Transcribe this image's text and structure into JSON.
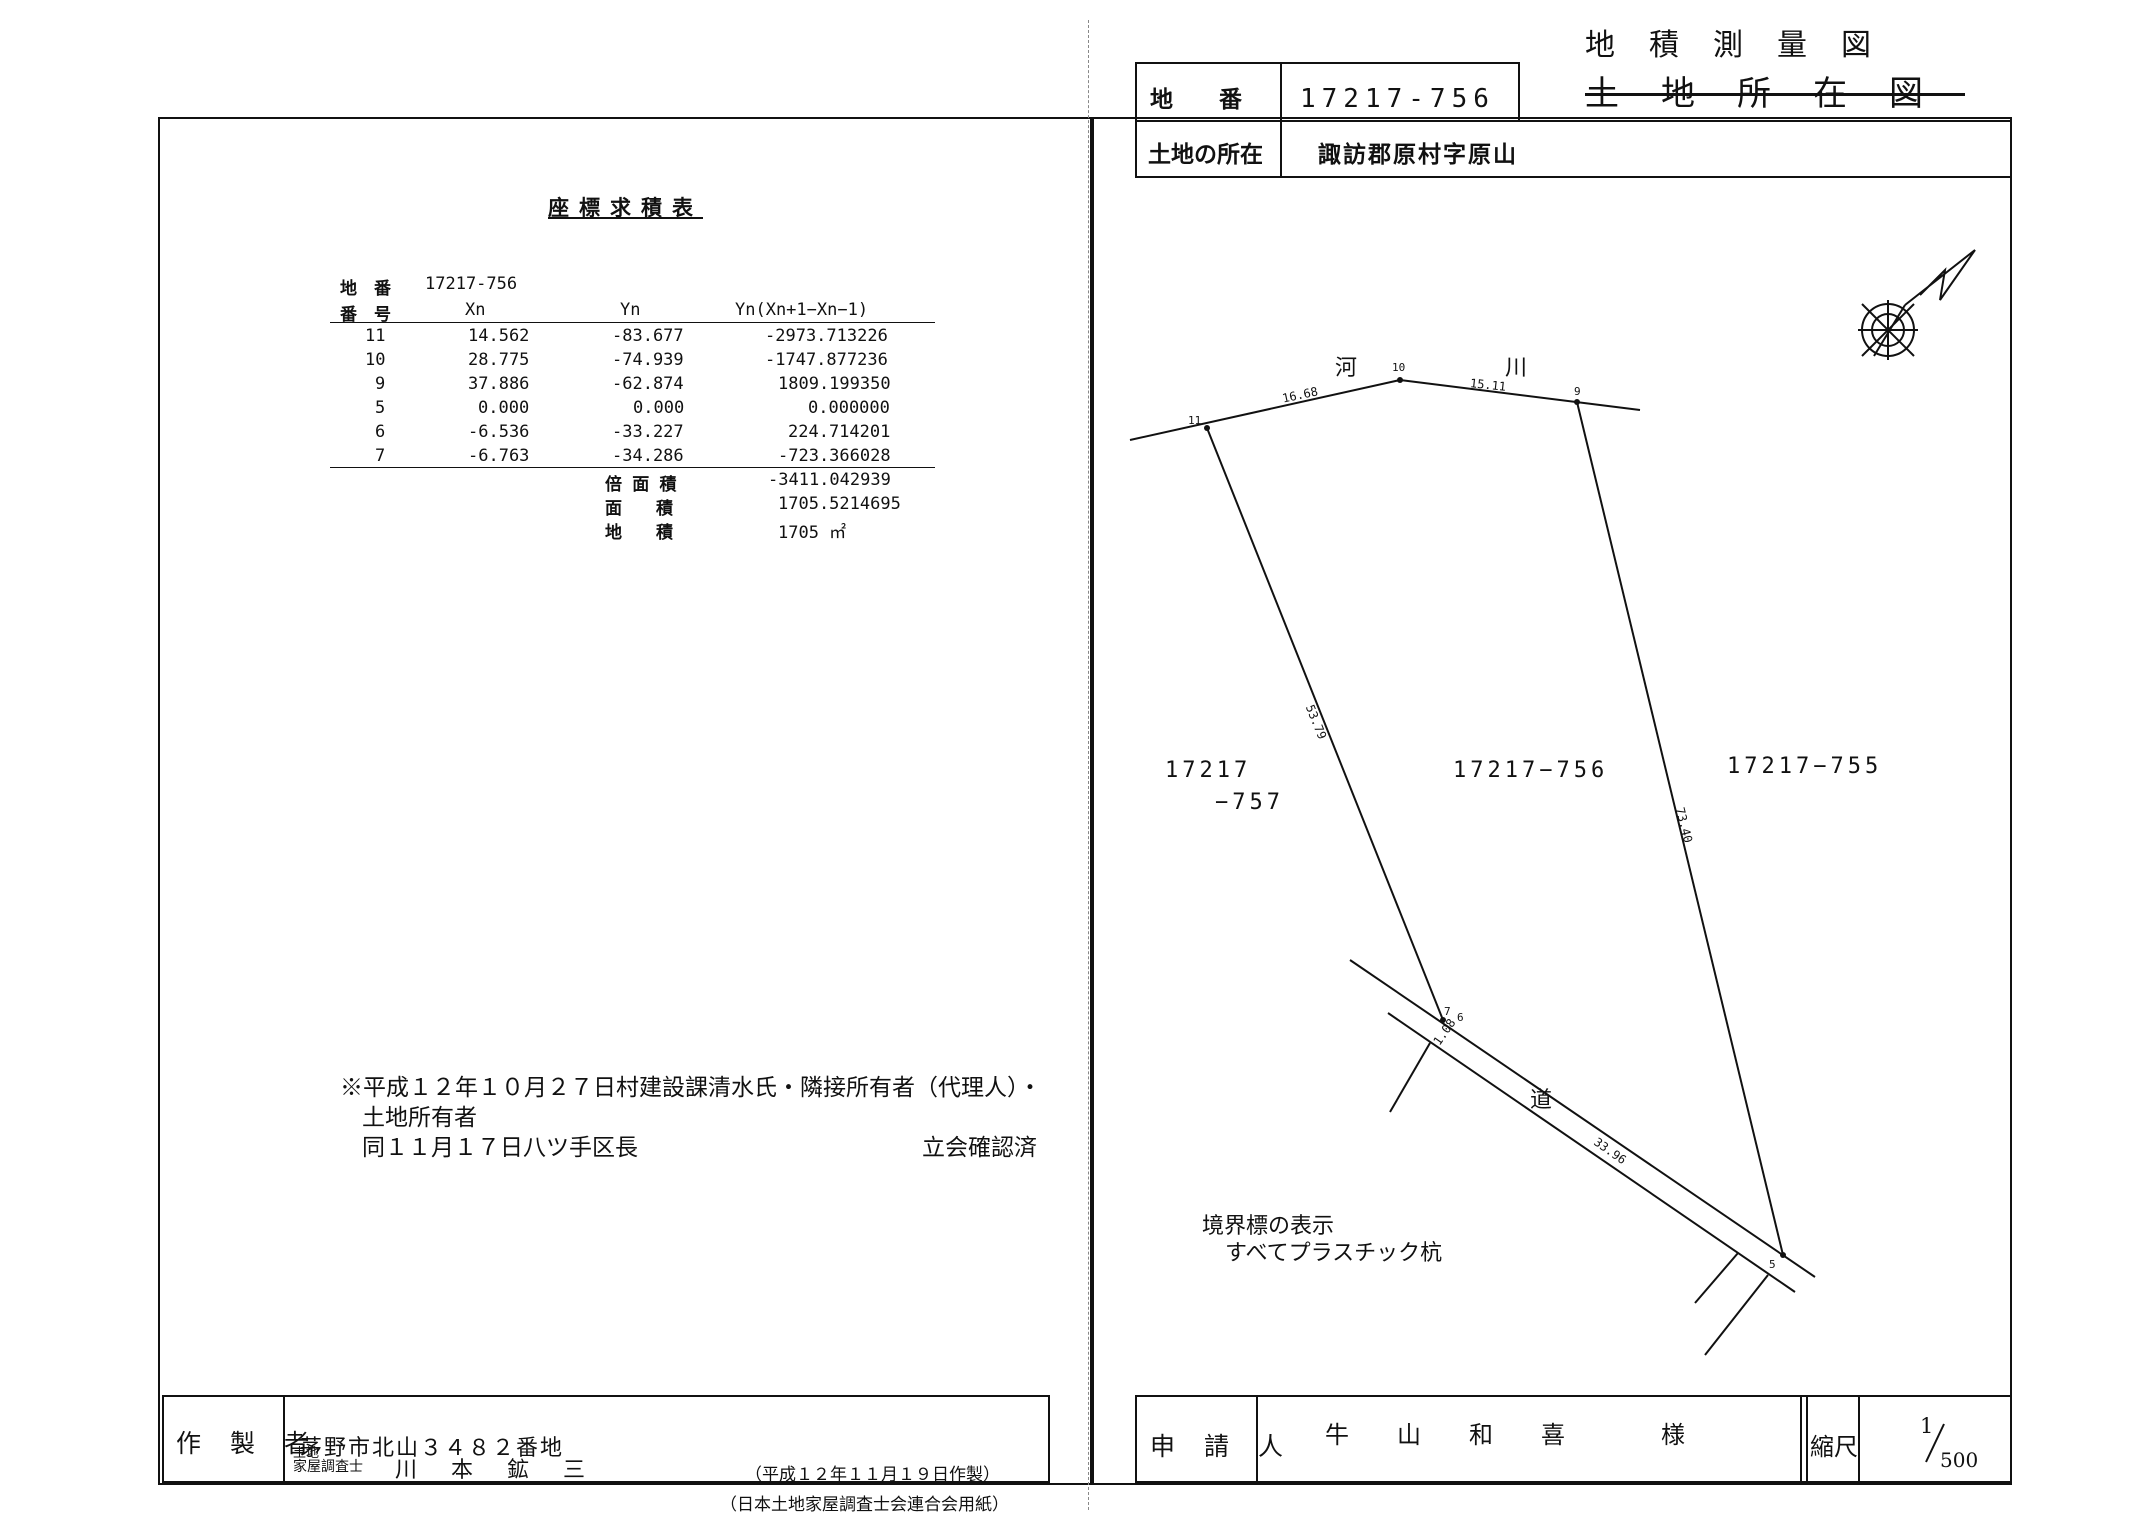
{
  "header": {
    "title_main": "地積測量図",
    "title_struck": "土地所在図",
    "parcel_label": "地　　番",
    "parcel_value": "17217-756",
    "location_label": "土地の所在",
    "location_value": "諏訪郡原村字原山"
  },
  "calc": {
    "title": "座標求積表",
    "parcel_label": "地　番",
    "parcel_value": "17217-756",
    "columns": [
      "番　号",
      "Xn",
      "Yn",
      "Yn(Xn+1−Xn−1)"
    ],
    "rows": [
      {
        "no": "11",
        "x": "14.562",
        "y": "-83.677",
        "p": "-2973.713226"
      },
      {
        "no": "10",
        "x": "28.775",
        "y": "-74.939",
        "p": "-1747.877236"
      },
      {
        "no": "9",
        "x": "37.886",
        "y": "-62.874",
        "p": "1809.199350"
      },
      {
        "no": "5",
        "x": "0.000",
        "y": "0.000",
        "p": "0.000000"
      },
      {
        "no": "6",
        "x": "-6.536",
        "y": "-33.227",
        "p": "224.714201"
      },
      {
        "no": "7",
        "x": "-6.763",
        "y": "-34.286",
        "p": "-723.366028"
      }
    ],
    "summary": [
      {
        "label": "倍 面 積",
        "value": "-3411.042939"
      },
      {
        "label": "面　　積",
        "value": "1705.5214695"
      },
      {
        "label": "地　　積",
        "value": "1705 ㎡"
      }
    ]
  },
  "note": {
    "line1": "※平成１２年１０月２７日村建設課清水氏・隣接所有者（代理人）・",
    "line2": "土地所有者",
    "line3": "同１１月１７日八ツ手区長",
    "confirm": "立会確認済"
  },
  "map": {
    "parcel_center": "17217−756",
    "parcel_left_1": "17217",
    "parcel_left_2": "−757",
    "parcel_right": "17217−755",
    "river_1": "河",
    "river_2": "川",
    "road": "道",
    "boundary_1": "境界標の表示",
    "boundary_2": "すべてプラスチック杭",
    "points": [
      "11",
      "10",
      "9",
      "7",
      "6",
      "5"
    ],
    "dims": [
      "16.68",
      "15.11",
      "53.79",
      "73.40",
      "1.08",
      "33.96"
    ]
  },
  "footer": {
    "maker_label": "作　製　者",
    "maker_addr": "茅野市北山３４８２番地",
    "maker_title_1": "土地",
    "maker_title_2": "家屋調査士",
    "maker_name": "川　本　鉱　三",
    "made_date": "（平成１２年１１月１９日作製）",
    "paper": "（日本土地家屋調査士会連合会用紙）",
    "applicant_label": "申　請　人",
    "applicant_name": "牛　　山　　和　　喜　　　　様",
    "scale_label": "縮尺",
    "scale_num": "1",
    "scale_den": "500"
  }
}
